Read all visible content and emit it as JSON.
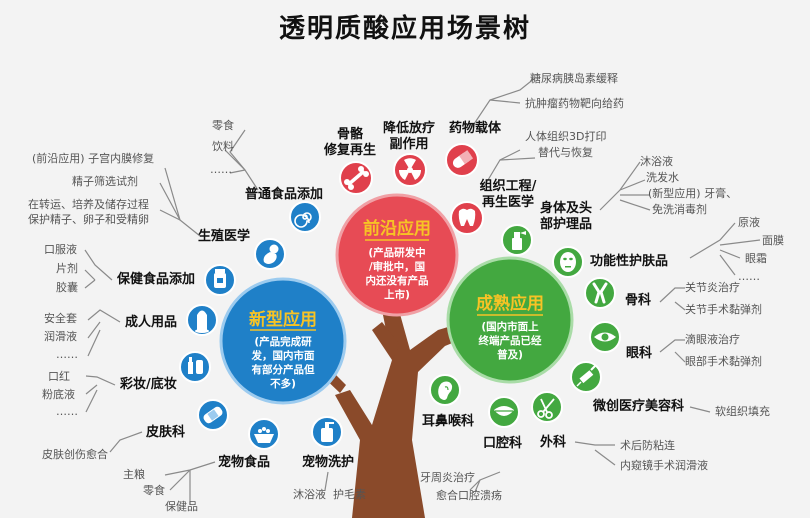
{
  "title": "透明质酸应用场景树",
  "colors": {
    "frontier": "#e74b55",
    "new": "#1f80c8",
    "mature": "#43a840",
    "trunk": "#8a4a2a",
    "icon_red": "#e0404c",
    "icon_blue": "#1f80c8",
    "icon_green": "#43a840",
    "accent": "#f7c325",
    "line": "#8a8a8a"
  },
  "circles": {
    "frontier": {
      "title": "前沿应用",
      "desc": [
        "(产品研发中",
        "/审批中，国",
        "内还没有产品",
        "上市)"
      ]
    },
    "new": {
      "title": "新型应用",
      "desc": [
        "(产品完成研",
        "发，国内市面",
        "有部分产品但",
        "不多)"
      ]
    },
    "mature": {
      "title": "成熟应用",
      "desc": [
        "(国内市面上",
        "终端产品已经",
        "普及)"
      ]
    }
  },
  "frontier_nodes": [
    {
      "label": [
        "骨骼",
        "修复再生"
      ],
      "icon": "bone-icon"
    },
    {
      "label": [
        "降低放疗",
        "副作用"
      ],
      "icon": "radiation-icon"
    },
    {
      "label": [
        "药物载体"
      ],
      "icon": "pill-icon"
    },
    {
      "label": [
        "组织工程/",
        "再生医学"
      ],
      "icon": "tooth-icon"
    }
  ],
  "frontier_leaves": {
    "drug_carrier": [
      "糖尿病胰岛素缓释",
      "抗肿瘤药物靶向给药"
    ],
    "tissue": [
      "人体组织3D打印",
      "替代与恢复"
    ]
  },
  "new_nodes": [
    {
      "label": "普通食品添加",
      "icon": "spiral-icon",
      "leaves": [
        "零食",
        "饮料",
        "……"
      ]
    },
    {
      "label": "生殖医学",
      "icon": "fetus-icon",
      "leaves": [
        "(前沿应用) 子宫内膜修复",
        "精子筛选试剂",
        "在转运、培养及储存过程",
        "保护精子、卵子和受精卵"
      ]
    },
    {
      "label": "保健食品添加",
      "icon": "supplement-bottle-icon",
      "leaves": [
        "口服液",
        "片剂",
        "胶囊"
      ]
    },
    {
      "label": "成人用品",
      "icon": "condom-icon",
      "leaves": [
        "安全套",
        "润滑液",
        "……"
      ]
    },
    {
      "label": "彩妆/底妆",
      "icon": "cosmetics-icon",
      "leaves": [
        "口红",
        "粉底液",
        "……"
      ]
    },
    {
      "label": "皮肤科",
      "icon": "bandage-icon",
      "leaves": [
        "皮肤创伤愈合"
      ]
    },
    {
      "label": "宠物食品",
      "icon": "pet-bowl-icon",
      "leaves": [
        "主粮",
        "零食",
        "保健品"
      ]
    },
    {
      "label": "宠物洗护",
      "icon": "pet-shampoo-icon",
      "leaves": [
        "沐浴液",
        "护毛素"
      ]
    }
  ],
  "mature_nodes": [
    {
      "label": [
        "身体及头",
        "部护理品"
      ],
      "icon": "spray-bottle-icon",
      "leaves": [
        "沐浴液",
        "洗发水",
        "(新型应用) 牙膏、",
        "免洗消毒剂"
      ]
    },
    {
      "label": [
        "功能性护肤品"
      ],
      "icon": "face-mask-icon",
      "leaves": [
        "原液",
        "面膜",
        "眼霜",
        "……"
      ]
    },
    {
      "label": [
        "骨科"
      ],
      "icon": "knee-joint-icon",
      "leaves": [
        "关节炎治疗",
        "关节手术黏弹剂"
      ]
    },
    {
      "label": [
        "眼科"
      ],
      "icon": "eye-icon",
      "leaves": [
        "滴眼液治疗",
        "眼部手术黏弹剂"
      ]
    },
    {
      "label": [
        "微创医疗美容科"
      ],
      "icon": "syringe-icon",
      "leaves": [
        "软组织填充"
      ]
    },
    {
      "label": [
        "外科"
      ],
      "icon": "scissors-icon",
      "leaves": [
        "术后防粘连",
        "内窥镜手术润滑液"
      ]
    },
    {
      "label": [
        "口腔科"
      ],
      "icon": "mouth-icon",
      "leaves": [
        "牙周炎治疗",
        "愈合口腔溃疡"
      ]
    },
    {
      "label": [
        "耳鼻喉科"
      ],
      "icon": "ear-icon",
      "leaves": []
    }
  ]
}
